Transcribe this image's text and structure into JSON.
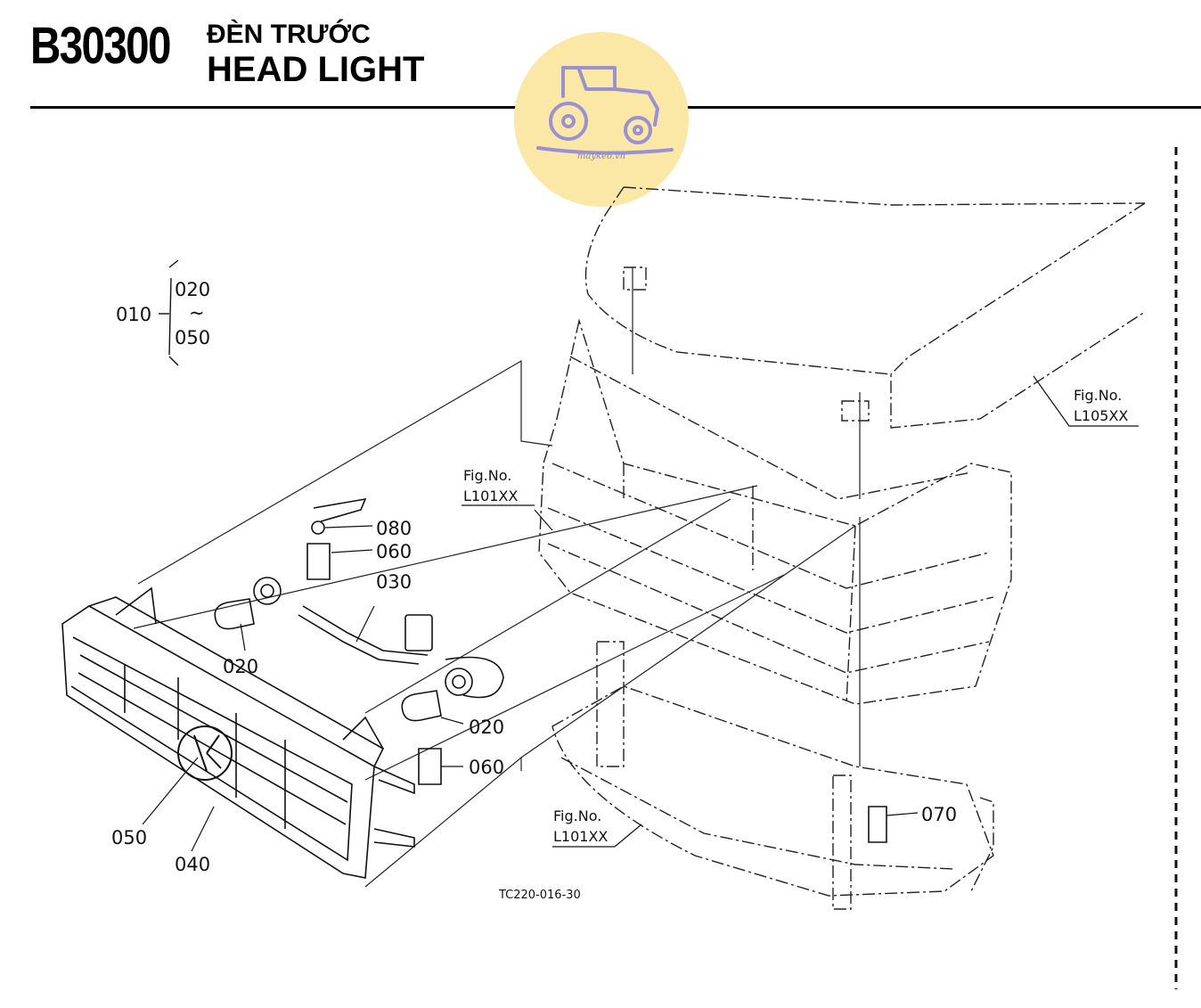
{
  "header": {
    "code": "B30300",
    "title_vn": "ĐÈN TRƯỚC",
    "title_en": "HEAD LIGHT"
  },
  "watermark": {
    "icon": "tractor-icon",
    "text": "maykeo.vn",
    "bg_color": "#fbe7a6",
    "icon_color": "#9a90d4"
  },
  "assembly": {
    "main": "010",
    "range_start": "020",
    "tilde": "~",
    "range_end": "050"
  },
  "parts": {
    "p080": "080",
    "p060a": "060",
    "p030": "030",
    "p020a": "020",
    "p020b": "020",
    "p060b": "060",
    "p050": "050",
    "p040": "040",
    "p070": "070"
  },
  "figure_refs": {
    "ref_top": {
      "line1": "Fig.No.",
      "line2": "L105XX"
    },
    "ref_mid": {
      "line1": "Fig.No.",
      "line2": "L101XX"
    },
    "ref_bottom": {
      "line1": "Fig.No.",
      "line2": "L101XX"
    }
  },
  "drawing_code": "TC220-016-30"
}
